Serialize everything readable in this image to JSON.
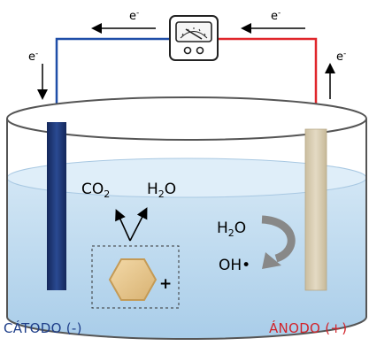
{
  "electron_labels": [
    "e",
    "-"
  ],
  "species": {
    "co2": "CO",
    "co2_sub": "2",
    "h2o_top": "H",
    "h2o_top_sub": "2",
    "h2o_top_end": "O",
    "h2o_anode": "H",
    "h2o_anode_sub": "2",
    "h2o_anode_end": "O",
    "oh_radical": "OH•",
    "plus_sign": "+"
  },
  "electrodes": {
    "cathode": "CÁTODO (-)",
    "anode": "ÁNODO (+)"
  },
  "colors": {
    "cathode_wire": "#1f4ea8",
    "anode_wire": "#e0262b",
    "cathode_electrode": "#1d3370",
    "anode_electrode": "#d8ccb2",
    "water": "#bcd9ee",
    "cathode_text": "#1f3f8a",
    "anode_text": "#d2232a"
  },
  "icons": [
    "voltmeter-icon",
    "hexagon-pollutant-icon",
    "electron-arrow-icon",
    "reaction-arrow-icon"
  ]
}
